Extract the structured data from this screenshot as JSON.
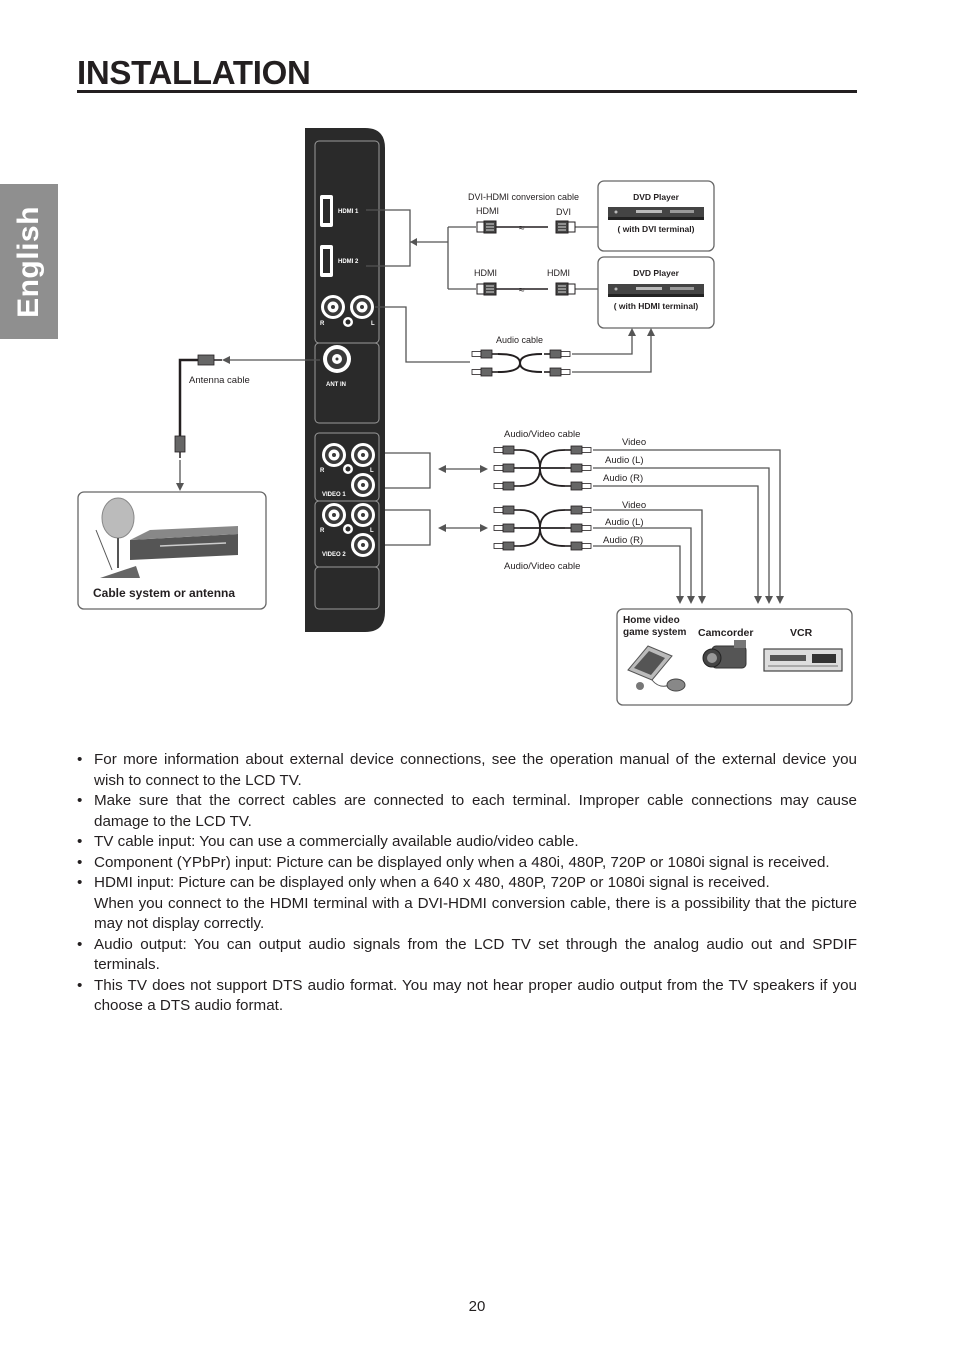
{
  "page": {
    "title": "INSTALLATION",
    "side_tab": "English",
    "page_number": "20"
  },
  "tv_panel": {
    "hdmi1": "HDMI 1",
    "hdmi2": "HDMI 2",
    "ant_in": "ANT IN",
    "video1": "VIDEO 1",
    "video2": "VIDEO 2",
    "r": "R",
    "l": "L"
  },
  "diagram": {
    "dvi_cable": "DVI-HDMI conversion cable",
    "hdmi": "HDMI",
    "dvi": "DVI",
    "dvd_player": "DVD Player",
    "dvd_dvi_note": "( with DVI terminal)",
    "dvd_hdmi_note": "( with HDMI terminal)",
    "audio_cable": "Audio cable",
    "antenna_cable": "Antenna cable",
    "av_cable": "Audio/Video cable",
    "video": "Video",
    "audio_l": "Audio (L)",
    "audio_r": "Audio (R)",
    "cable_system": "Cable system or antenna",
    "home_video_1": "Home video",
    "home_video_2": "game system",
    "camcorder": "Camcorder",
    "vcr": "VCR"
  },
  "notes": [
    "For more information about external device connections, see the operation manual of the external device you wish to connect to the LCD TV.",
    "Make sure that the correct cables are connected to each terminal. Improper cable connections may cause damage to the LCD TV.",
    "TV cable input: You can use a commercially available audio/video cable.",
    "Component (YPbPr) input: Picture can be displayed only when a 480i, 480P,  720P or 1080i signal is received.",
    "HDMI input: Picture can be displayed only when a 640 x 480, 480P, 720P or 1080i signal is received.",
    "When you connect to the HDMI terminal with a DVI-HDMI conversion cable, there is a possibility that the picture may not display correctly.",
    "Audio output: You can output audio signals from the LCD TV set through the analog audio out and SPDIF terminals.",
    "This TV does not support DTS audio format. You may not hear proper audio output from the TV speakers if you choose a DTS audio format."
  ]
}
